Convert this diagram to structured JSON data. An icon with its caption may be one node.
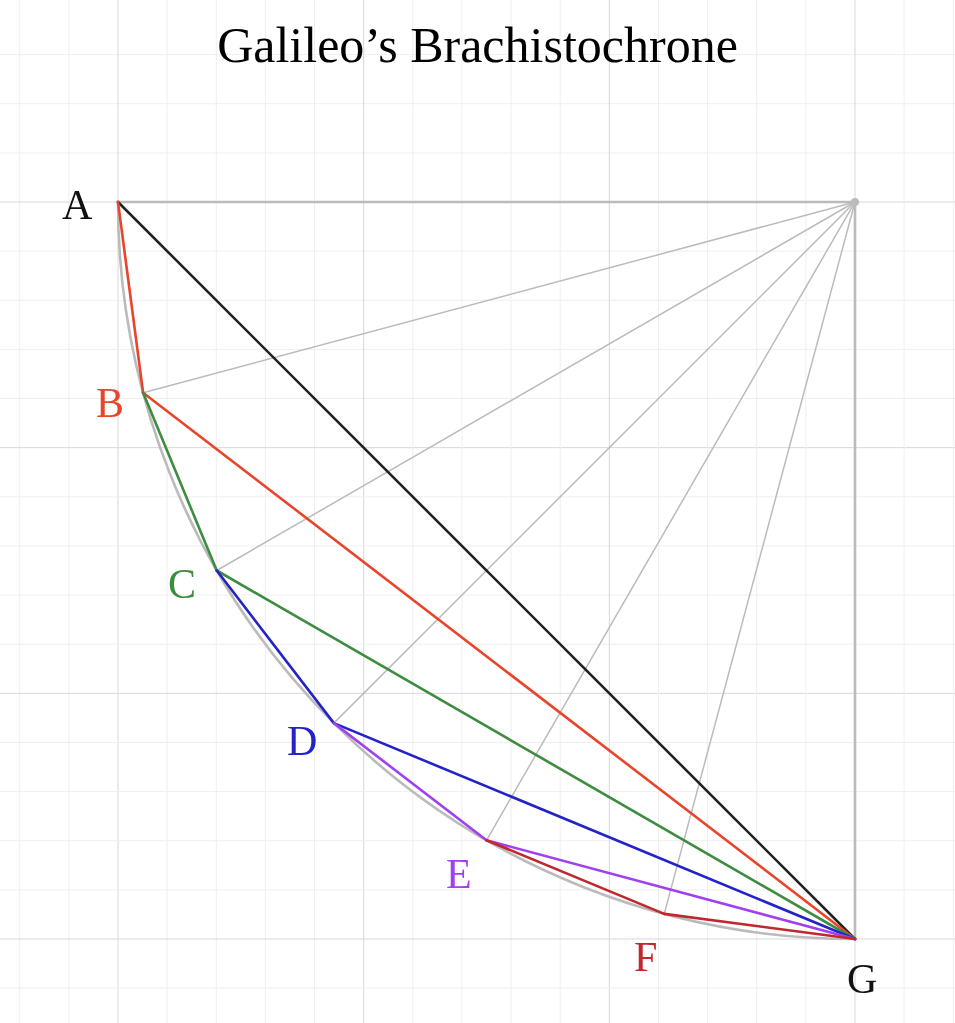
{
  "diagram": {
    "title": "Galileo’s Brachistochrone",
    "nodes": [
      {
        "text": [
          "A"
        ]
      },
      {
        "text": [
          "B"
        ]
      },
      {
        "text": [
          "C"
        ]
      },
      {
        "text": [
          "D"
        ]
      },
      {
        "text": [
          "E"
        ]
      },
      {
        "text": [
          "F"
        ]
      },
      {
        "text": [
          "G"
        ]
      },
      {
        "text": [],
        "shape": "point"
      }
    ],
    "edges": [
      {
        "from": 0,
        "to": 7,
        "arrow": "none",
        "color": "#bbbbbb"
      },
      {
        "from": 7,
        "to": 6,
        "arrow": "none",
        "color": "#bbbbbb"
      },
      {
        "from": 0,
        "to": 6,
        "arrow": "none",
        "color": "#bbbbbb"
      },
      {
        "from": 7,
        "to": 1,
        "arrow": "none"
      },
      {
        "from": 7,
        "to": 2,
        "arrow": "none"
      },
      {
        "from": 7,
        "to": 3,
        "arrow": "none"
      },
      {
        "from": 7,
        "to": 4,
        "arrow": "none"
      },
      {
        "from": 7,
        "to": 5,
        "arrow": "none"
      },
      {
        "from": 0,
        "to": 6,
        "arrow": "none",
        "color": "#222222"
      },
      {
        "from": 0,
        "to": 1,
        "arrow": "none",
        "color": "#e8452c"
      },
      {
        "from": 1,
        "to": 6,
        "arrow": "none",
        "color": "#e8452c"
      },
      {
        "from": 1,
        "to": 2,
        "arrow": "none",
        "color": "#3d8c40"
      },
      {
        "from": 2,
        "to": 6,
        "arrow": "none",
        "color": "#3d8c40"
      },
      {
        "from": 2,
        "to": 3,
        "arrow": "none",
        "color": "#2323c8"
      },
      {
        "from": 3,
        "to": 6,
        "arrow": "none",
        "color": "#2323c8"
      },
      {
        "from": 3,
        "to": 4,
        "arrow": "none",
        "color": "#a040f0"
      },
      {
        "from": 4,
        "to": 6,
        "arrow": "none",
        "color": "#a040f0"
      },
      {
        "from": 4,
        "to": 5,
        "arrow": "none",
        "color": "#c0282e"
      },
      {
        "from": 5,
        "to": 6,
        "arrow": "none",
        "color": "#c0282e"
      }
    ]
  }
}
